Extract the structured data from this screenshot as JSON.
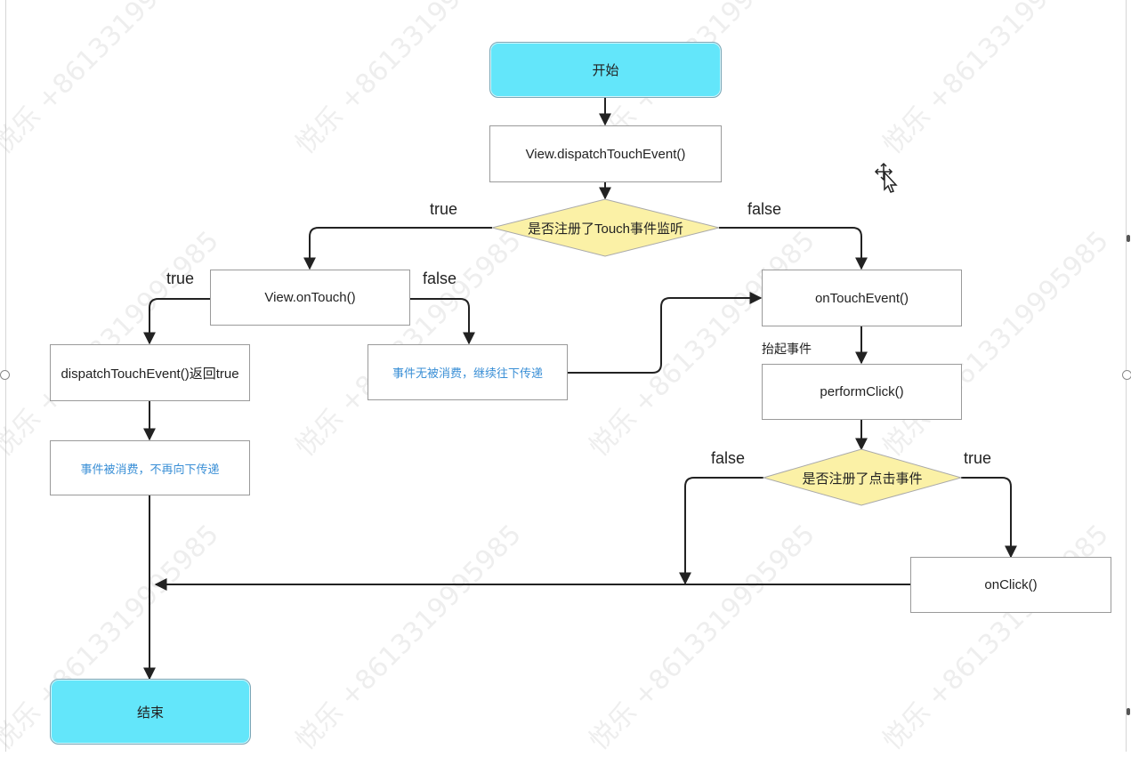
{
  "watermark": {
    "lines": [
      "悦乐 +8613319995985"
    ],
    "phone": "+8613319995985"
  },
  "nodes": {
    "start": "开始",
    "dispatch_touch_event": "View.dispatchTouchEvent()",
    "touch_listener_decision": "是否注册了Touch事件监听",
    "on_touch": "View.onTouch()",
    "dispatch_return_true": "dispatchTouchEvent()返回true",
    "event_not_consumed": "事件无被消费，继续往下传递",
    "event_consumed": "事件被消费，不再向下传递",
    "on_touch_event": "onTouchEvent()",
    "perform_click": "performClick()",
    "click_listener_decision": "是否注册了点击事件",
    "on_click": "onClick()",
    "end": "结束"
  },
  "labels": {
    "touch_listener_true": "true",
    "touch_listener_false": "false",
    "on_touch_true": "true",
    "on_touch_false": "false",
    "lift_event": "抬起事件",
    "click_listener_false": "false",
    "click_listener_true": "true"
  },
  "colors": {
    "terminal_fill": "#63e6fa",
    "decision_fill": "#fbf1a6",
    "note_text": "#3a8fd6",
    "connector": "#222222"
  },
  "icons": {
    "cursor": "move-cursor-icon"
  }
}
